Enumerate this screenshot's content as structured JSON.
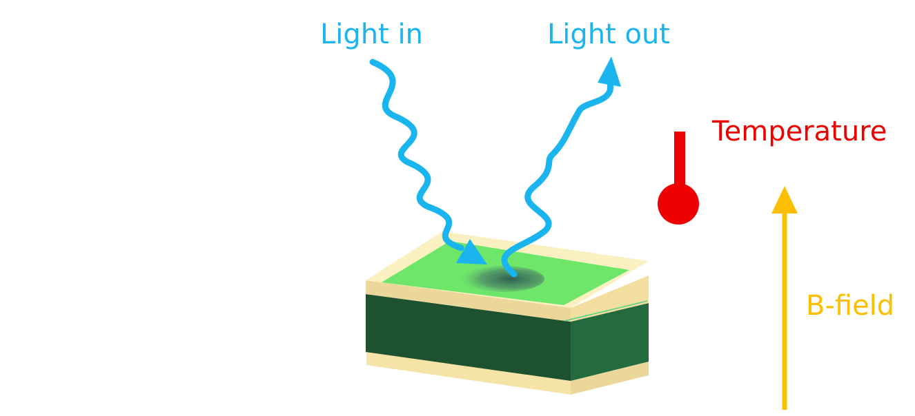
{
  "labels": {
    "light_in": "Light in",
    "light_out": "Light out",
    "temperature": "Temperature",
    "b_field": "B-field"
  },
  "colors": {
    "light": "#1ab4ee",
    "temperature": "#ee0000",
    "b_field": "#fcbf00",
    "sample_top": "#6ee66a",
    "sample_front": "#1e5130",
    "sample_side": "#236b3e",
    "substrate": "#f6e3a8",
    "substrate_edge": "#ecd79b",
    "spot": "#3e6a5a"
  },
  "icons": {
    "thermometer": "thermometer-icon",
    "field_arrow": "arrow-up-icon"
  }
}
